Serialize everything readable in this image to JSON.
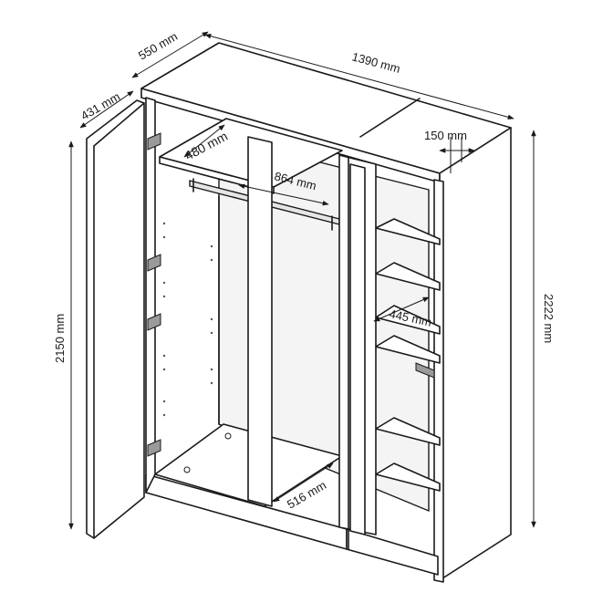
{
  "dimensions": {
    "width_total": "1390 mm",
    "depth_total": "550 mm",
    "door_width": "431 mm",
    "height_total": "2222 mm",
    "height_door": "2150 mm",
    "top_shelf_depth": "480 mm",
    "rail_width": "864 mm",
    "shelf_depth": "445 mm",
    "side_gap": "150 mm",
    "bottom_depth": "516 mm"
  }
}
